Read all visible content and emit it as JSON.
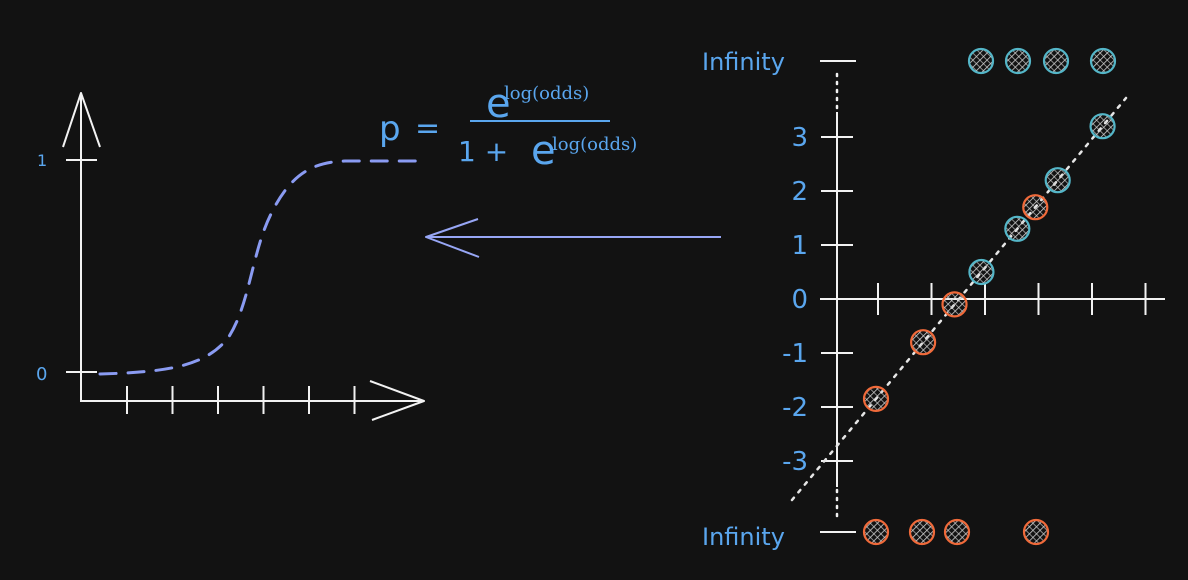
{
  "colors": {
    "background": "#121212",
    "axis": "#f2f2f2",
    "label_blue": "#5aa6ee",
    "curve_blue": "#8a9bf2",
    "arrow_blue": "#97a6f5",
    "teal_point": "#54b6c8",
    "orange_point": "#f06a3a",
    "dotted_line": "#e6e6e6"
  },
  "left_plot": {
    "y_labels": [
      "1",
      "0"
    ],
    "x_tick_count": 6,
    "icon": "sigmoid-curve"
  },
  "formula": {
    "lhs": "p",
    "eq": "=",
    "numerator_base": "e",
    "exponent": "log(odds)",
    "denominator_prefix": "1 +",
    "denominator_base": "e"
  },
  "transform_arrow": {
    "icon": "arrow-left-icon"
  },
  "right_plot": {
    "top_label": "Infinity",
    "bottom_label": "Infinity",
    "y_labels": [
      "3",
      "2",
      "1",
      "0",
      "-1",
      "-2",
      "-3"
    ],
    "y_values": [
      3,
      2,
      1,
      0,
      -1,
      -2,
      -3
    ],
    "x_tick_count": 6,
    "teal_points": [
      0.5,
      1.3,
      2.2,
      3.2
    ],
    "orange_points": [
      -1.85,
      -0.8,
      -0.1,
      1.7
    ],
    "teal_infinity_count": 4,
    "orange_infinity_count": 4
  }
}
